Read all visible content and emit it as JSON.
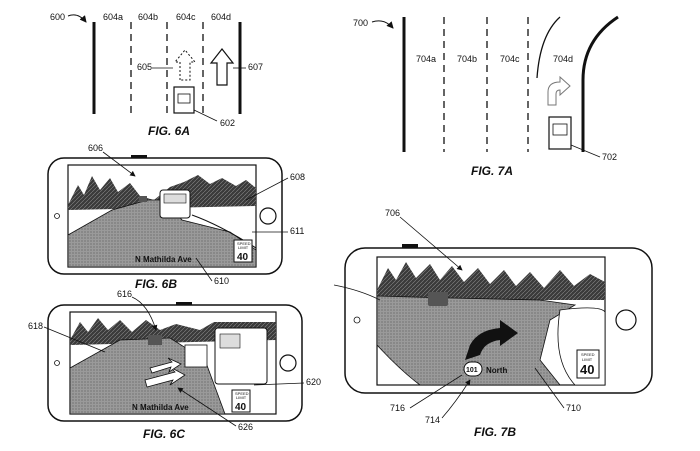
{
  "fig6a": {
    "ref": "600",
    "lanes": [
      "604a",
      "604b",
      "604c",
      "604d"
    ],
    "dashed_arrow": "605",
    "solid_arrow": "607",
    "vehicle": "602",
    "caption": "FIG. 6A"
  },
  "fig7a": {
    "ref": "700",
    "lanes": [
      "704a",
      "704b",
      "704c",
      "704d"
    ],
    "vehicle": "702",
    "caption": "FIG. 7A"
  },
  "fig6b": {
    "ref": "606",
    "label_608": "608",
    "label_611": "611",
    "label_610": "610",
    "street": "N Mathilda Ave",
    "speed_sign_top": "SPEED",
    "speed_sign_mid": "LIMIT",
    "speed_value": "40",
    "caption": "FIG. 6B"
  },
  "fig6c": {
    "label_616": "616",
    "label_618": "618",
    "label_620": "620",
    "label_626": "626",
    "street": "N Mathilda Ave",
    "speed_sign_top": "SPEED",
    "speed_sign_mid": "LIMIT",
    "speed_value": "40",
    "caption": "FIG. 6C"
  },
  "fig7b": {
    "ref": "706",
    "label_716": "716",
    "label_714": "714",
    "label_710": "710",
    "route_badge": "101",
    "direction": "North",
    "speed_sign_top": "SPEED",
    "speed_sign_mid": "LIMIT",
    "speed_value": "40",
    "caption": "FIG. 7B"
  },
  "colors": {
    "line": "#111111",
    "road_fill": "#8a8a8a",
    "tree_fill": "#444444",
    "screen_bg": "#ffffff"
  }
}
